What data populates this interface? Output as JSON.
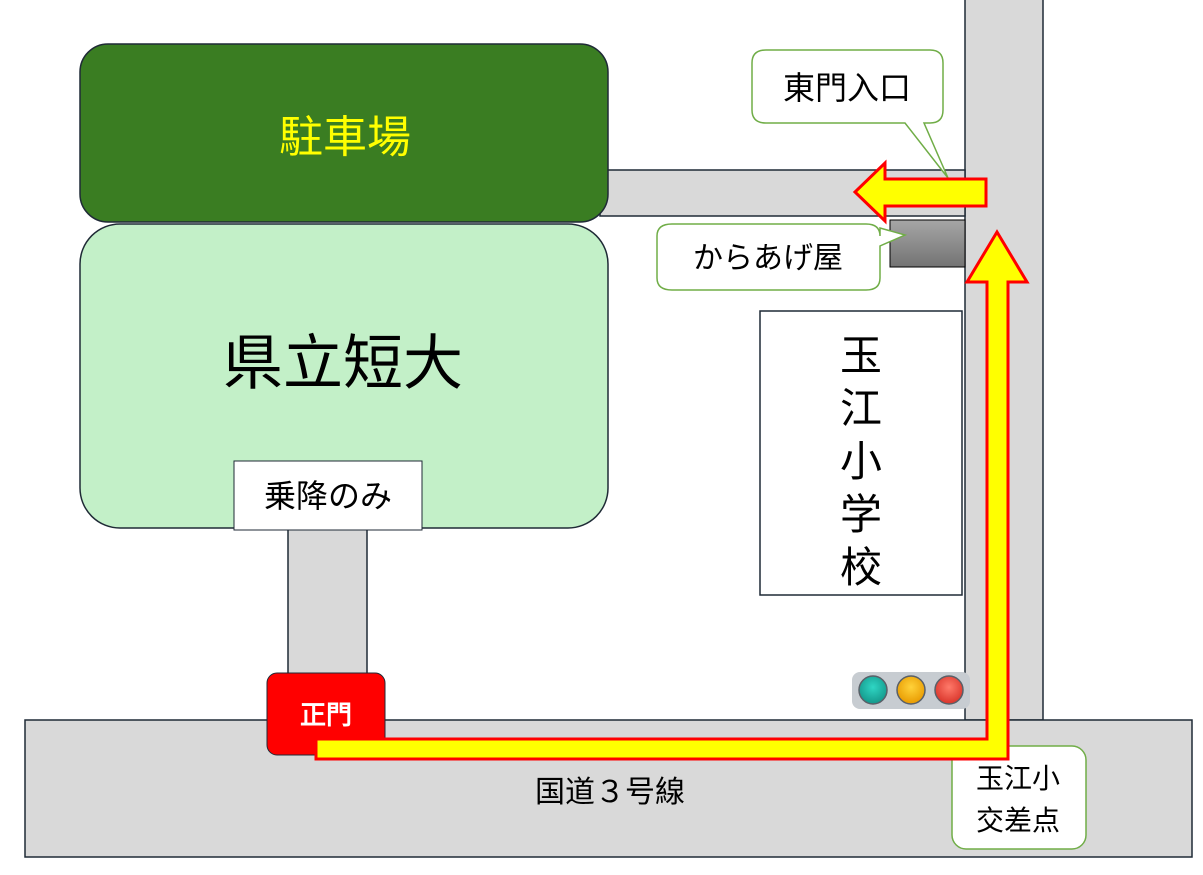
{
  "areas": {
    "parking": "駐車場",
    "college": "県立短大",
    "drop_off": "乗降のみ",
    "school": [
      "玉",
      "江",
      "小",
      "学",
      "校"
    ],
    "main_gate": "正門",
    "national_route": "国道３号線"
  },
  "callouts": {
    "east_gate": "東門入口",
    "karaage_shop": "からあげ屋",
    "intersection_line1": "玉江小",
    "intersection_line2": "交差点"
  },
  "colors": {
    "parking": "#3a7d22",
    "college": "#c3f0c8",
    "road": "#d9d9d9",
    "arrow_fill": "#ffff00",
    "arrow_stroke": "#ff0000",
    "gate": "#ff0000",
    "callout_border": "#70ad47"
  },
  "traffic_light": [
    "green",
    "yellow",
    "red"
  ]
}
